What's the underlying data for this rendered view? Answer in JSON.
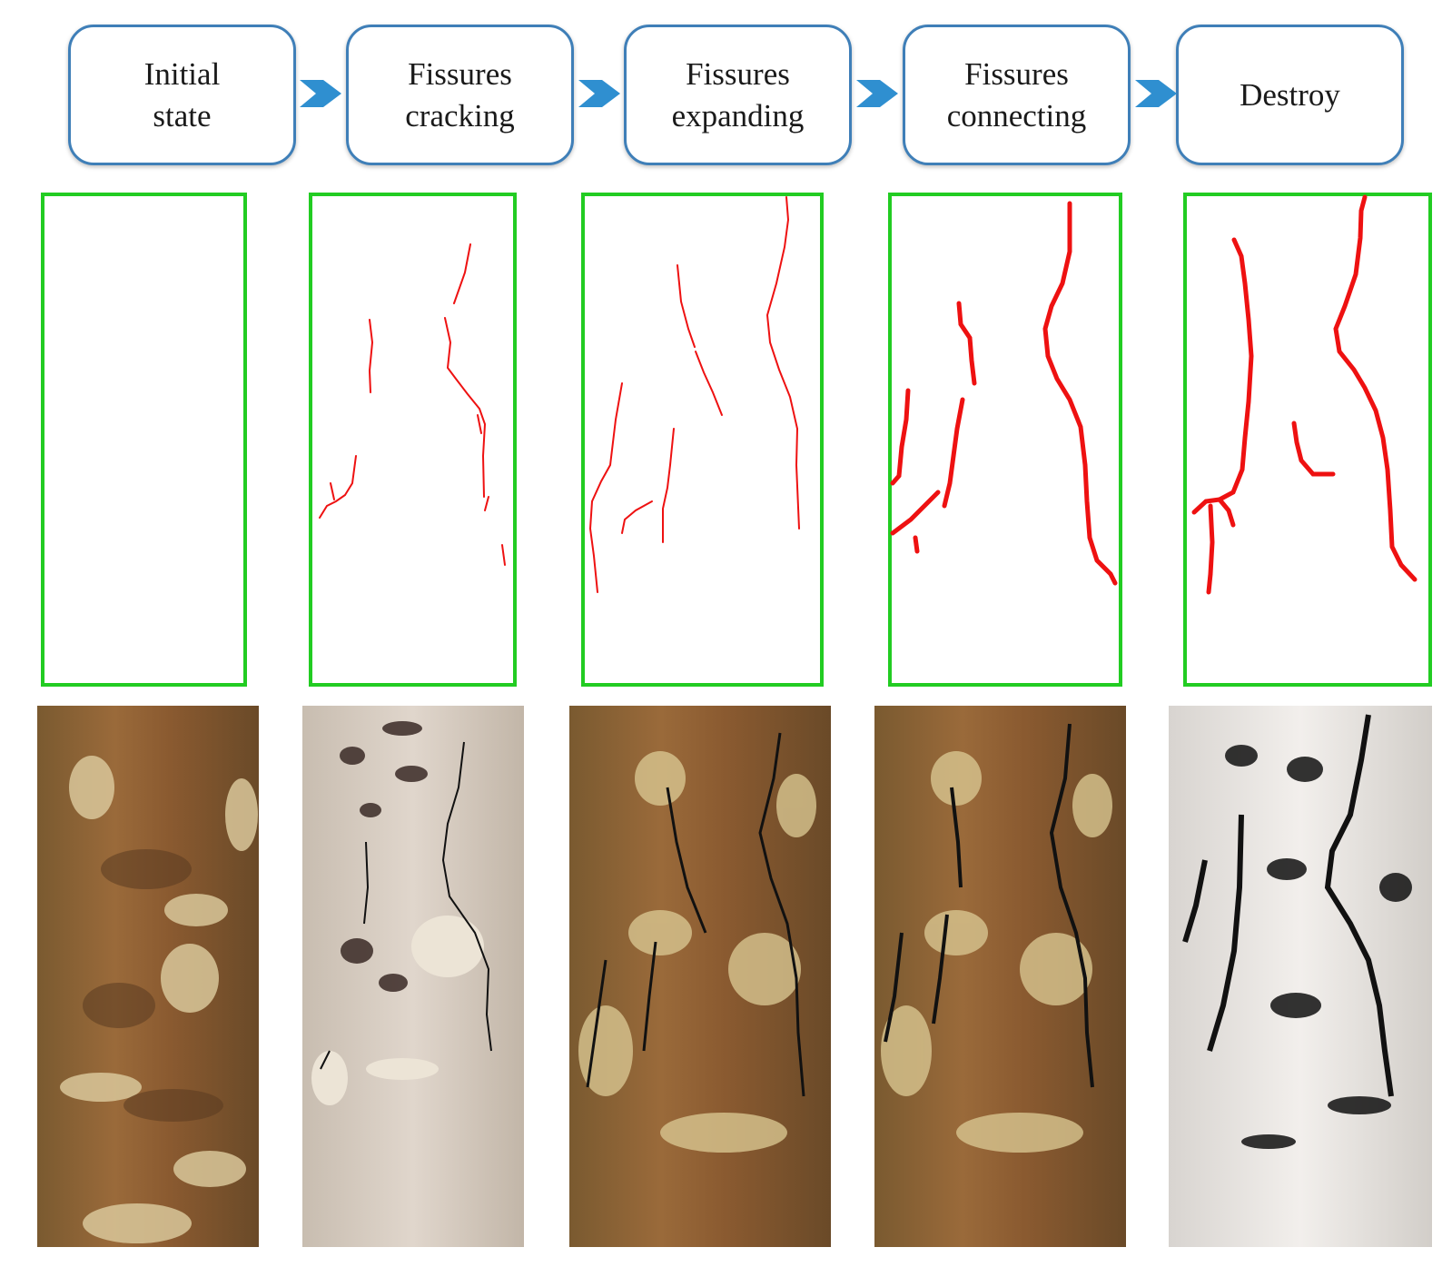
{
  "stages": [
    {
      "label": "Initial\nstate"
    },
    {
      "label": "Fissures\ncracking"
    },
    {
      "label": "Fissures\nexpanding"
    },
    {
      "label": "Fissures\nconnecting"
    },
    {
      "label": "Destroy"
    }
  ],
  "colors": {
    "box_border": "#3f7fb8",
    "arrow": "#2f8fd0",
    "sketch_frame": "#22cc22",
    "crack": "#ee1111",
    "photo_crack": "#111111"
  }
}
